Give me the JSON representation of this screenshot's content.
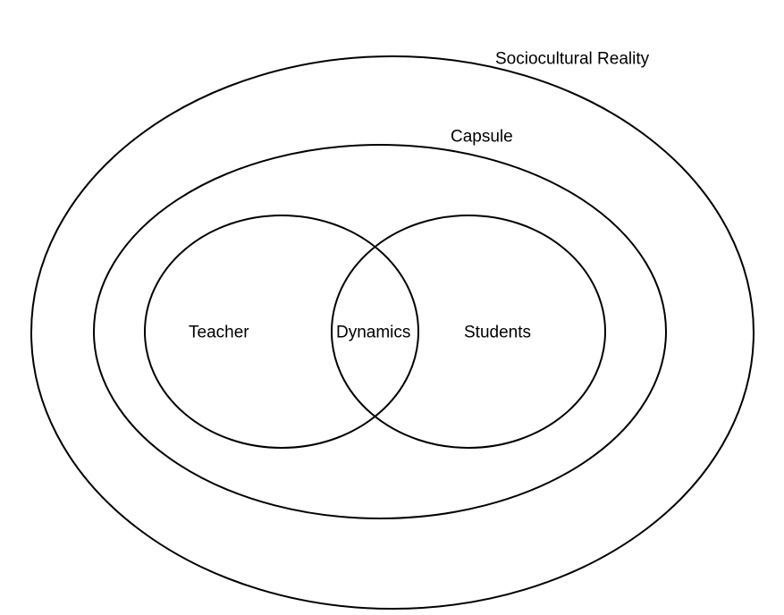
{
  "diagram": {
    "labels": {
      "sociocultural_reality": "Sociocultural Reality",
      "capsule": "Capsule",
      "teacher": "Teacher",
      "dynamics": "Dynamics",
      "students": "Students"
    },
    "colors": {
      "stroke": "#000000",
      "background": "#ffffff",
      "text": "#000000"
    }
  }
}
